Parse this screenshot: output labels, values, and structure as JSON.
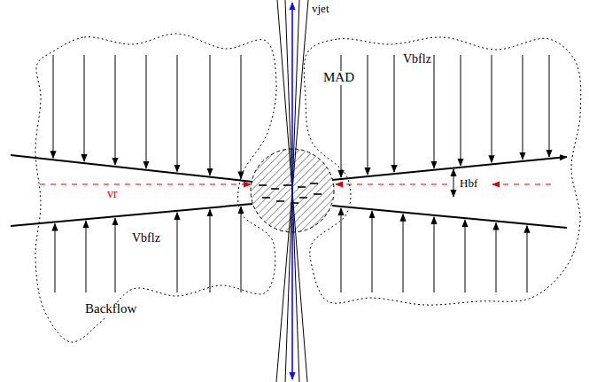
{
  "diagram": {
    "nodes": [
      {
        "text": [
          "Vbflz",
          "Backflow"
        ]
      },
      {
        "text": [
          "Vbflz"
        ]
      },
      {
        "text": [
          "MAD"
        ]
      }
    ],
    "labels": [
      "vjet",
      "vr",
      "Hbf"
    ]
  }
}
